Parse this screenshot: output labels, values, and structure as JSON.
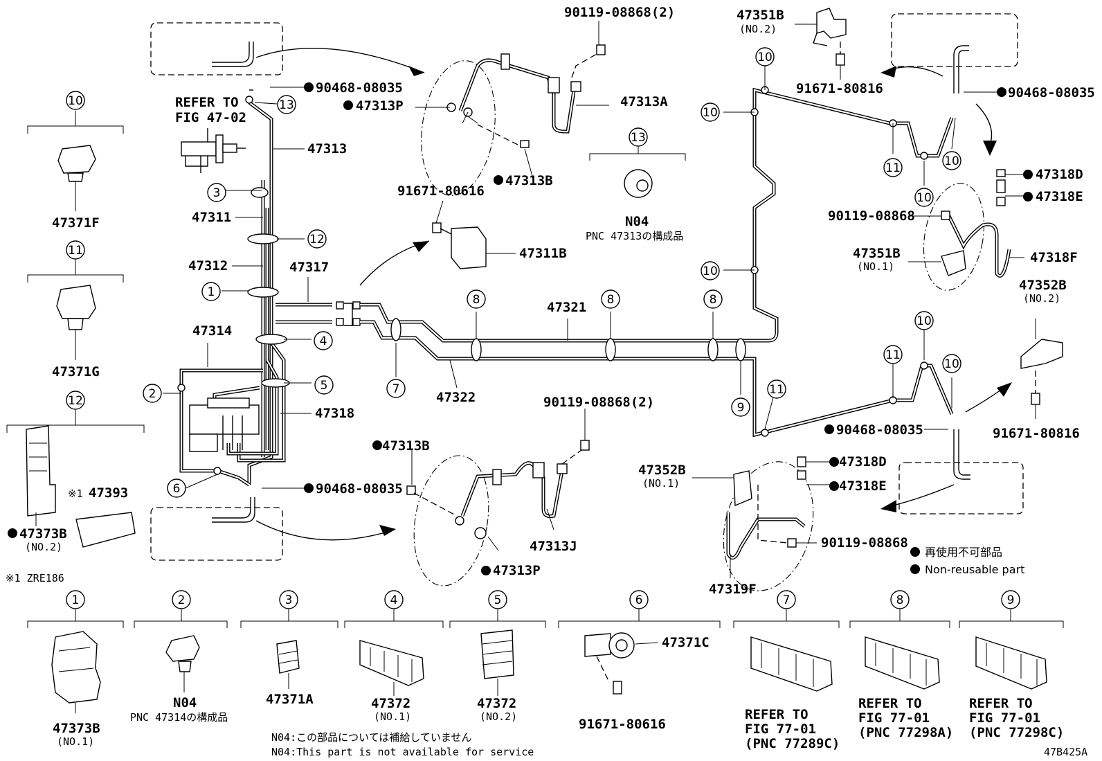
{
  "figure_code": "47B425A",
  "callouts": {
    "c1": "1",
    "c2": "2",
    "c3": "3",
    "c4": "4",
    "c5": "5",
    "c6": "6",
    "c7": "7",
    "c8": "8",
    "c9": "9",
    "c10": "10",
    "c11": "11",
    "c12": "12",
    "c13": "13"
  },
  "labels": {
    "p90119_08868_2": "90119-08868(2)",
    "p47351B": "47351B",
    "p47351B_no2": "(NO.2)",
    "p91671_80816": "91671-80816",
    "p90468_08035": "90468-08035",
    "p47313P": "47313P",
    "p47313A": "47313A",
    "p47313B": "47313B",
    "p47313": "47313",
    "p47311": "47311",
    "p47312": "47312",
    "p47317": "47317",
    "p47314": "47314",
    "p47318": "47318",
    "p47321": "47321",
    "p47322": "47322",
    "p91671_80616": "91671-80616",
    "p47311B": "47311B",
    "pN04": "N04",
    "pnc47313": "PNC 47313の構成品",
    "pnc47314": "PNC 47314の構成品",
    "p47318D": "47318D",
    "p47318E": "47318E",
    "p90119_08868": "90119-08868",
    "p47351B_no1": "(NO.1)",
    "p47318F": "47318F",
    "p47352B": "47352B",
    "p47352B_no2": "(NO.2)",
    "p47352B_no1": "(NO.1)",
    "p47319F": "47319F",
    "p47313J": "47313J",
    "p47371F": "47371F",
    "p47371G": "47371G",
    "p47373B": "47373B",
    "p47393": "47393",
    "mark1": "※1",
    "zre186": "※1 ZRE186",
    "p47371A": "47371A",
    "p47372": "47372",
    "no1": "(NO.1)",
    "no2": "(NO.2)",
    "p47371C": "47371C",
    "refer_to": "REFER TO",
    "fig_47_02": "FIG 47-02",
    "fig_77_01": "FIG 77-01",
    "pnc77289C": "(PNC 77289C)",
    "pnc77298A": "(PNC 77298A)",
    "pnc77298C": "(PNC 77298C)"
  },
  "legend": {
    "jp": "再使用不可部品",
    "en": "Non-reusable part"
  },
  "footnotes": {
    "n04_jp": "N04:この部品については補給していません",
    "n04_en": "N04:This part is not available for service"
  }
}
